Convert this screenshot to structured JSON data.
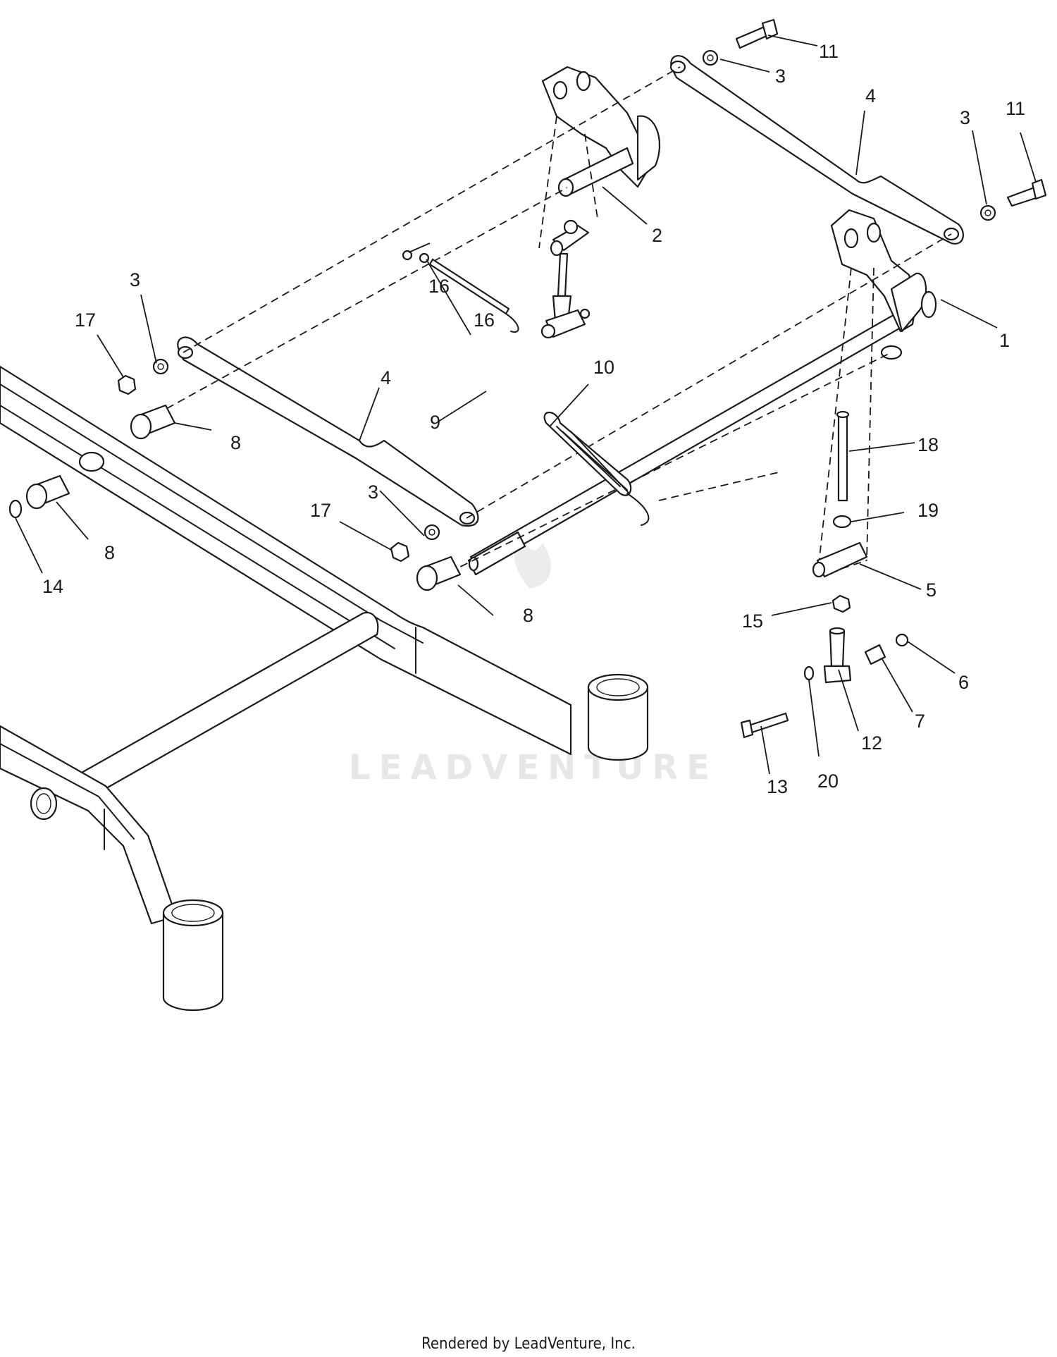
{
  "watermark": "LEADVENTURE",
  "footer": "Rendered by LeadVenture, Inc.",
  "callouts": {
    "c1": "1",
    "c2": "2",
    "c3a": "3",
    "c3b": "3",
    "c3c": "3",
    "c3d": "3",
    "c4a": "4",
    "c4b": "4",
    "c5": "5",
    "c6": "6",
    "c7": "7",
    "c8a": "8",
    "c8b": "8",
    "c8c": "8",
    "c9": "9",
    "c10": "10",
    "c11a": "11",
    "c11b": "11",
    "c12": "12",
    "c13": "13",
    "c14": "14",
    "c15": "15",
    "c16a": "16",
    "c16b": "16",
    "c17a": "17",
    "c17b": "17",
    "c18": "18",
    "c19": "19",
    "c20": "20"
  }
}
